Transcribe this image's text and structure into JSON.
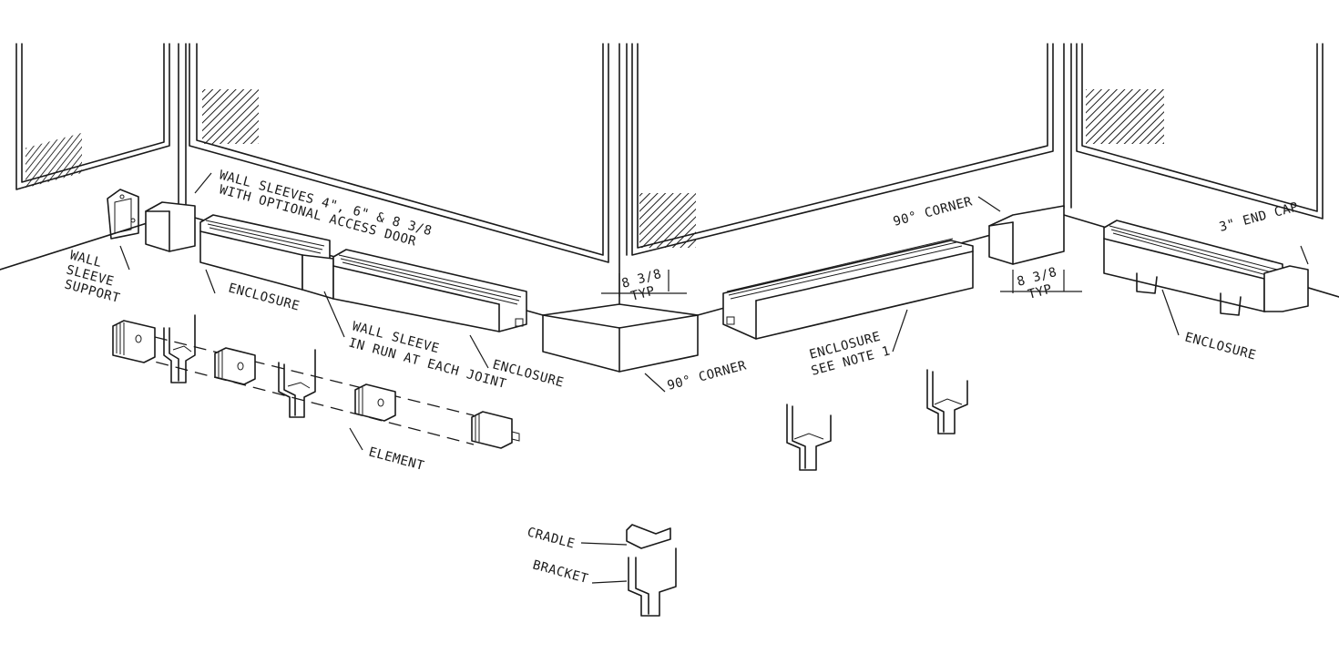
{
  "labels": {
    "wall_sleeves_line1": "WALL SLEEVES 4\", 6\" & 8 3/8",
    "wall_sleeves_line2": "WITH OPTIONAL ACCESS DOOR",
    "wall_sleeve_support_1": "WALL",
    "wall_sleeve_support_2": "SLEEVE",
    "wall_sleeve_support_3": "SUPPORT",
    "enclosure_left": "ENCLOSURE",
    "wall_sleeve_run_1": "WALL SLEEVE",
    "wall_sleeve_run_2": "IN RUN AT EACH JOINT",
    "enclosure_mid": "ENCLOSURE",
    "element": "ELEMENT",
    "dim_left_1": "8 3/8",
    "dim_left_2": "TYP",
    "corner_bottom": "90° CORNER",
    "corner_top": "90° CORNER",
    "enclosure_note_1": "ENCLOSURE",
    "enclosure_note_2": "SEE NOTE 1",
    "dim_right_1": "8 3/8",
    "dim_right_2": "TYP",
    "end_cap": "3\" END CAP",
    "enclosure_right": "ENCLOSURE",
    "cradle": "CRADLE",
    "bracket": "BRACKET"
  }
}
